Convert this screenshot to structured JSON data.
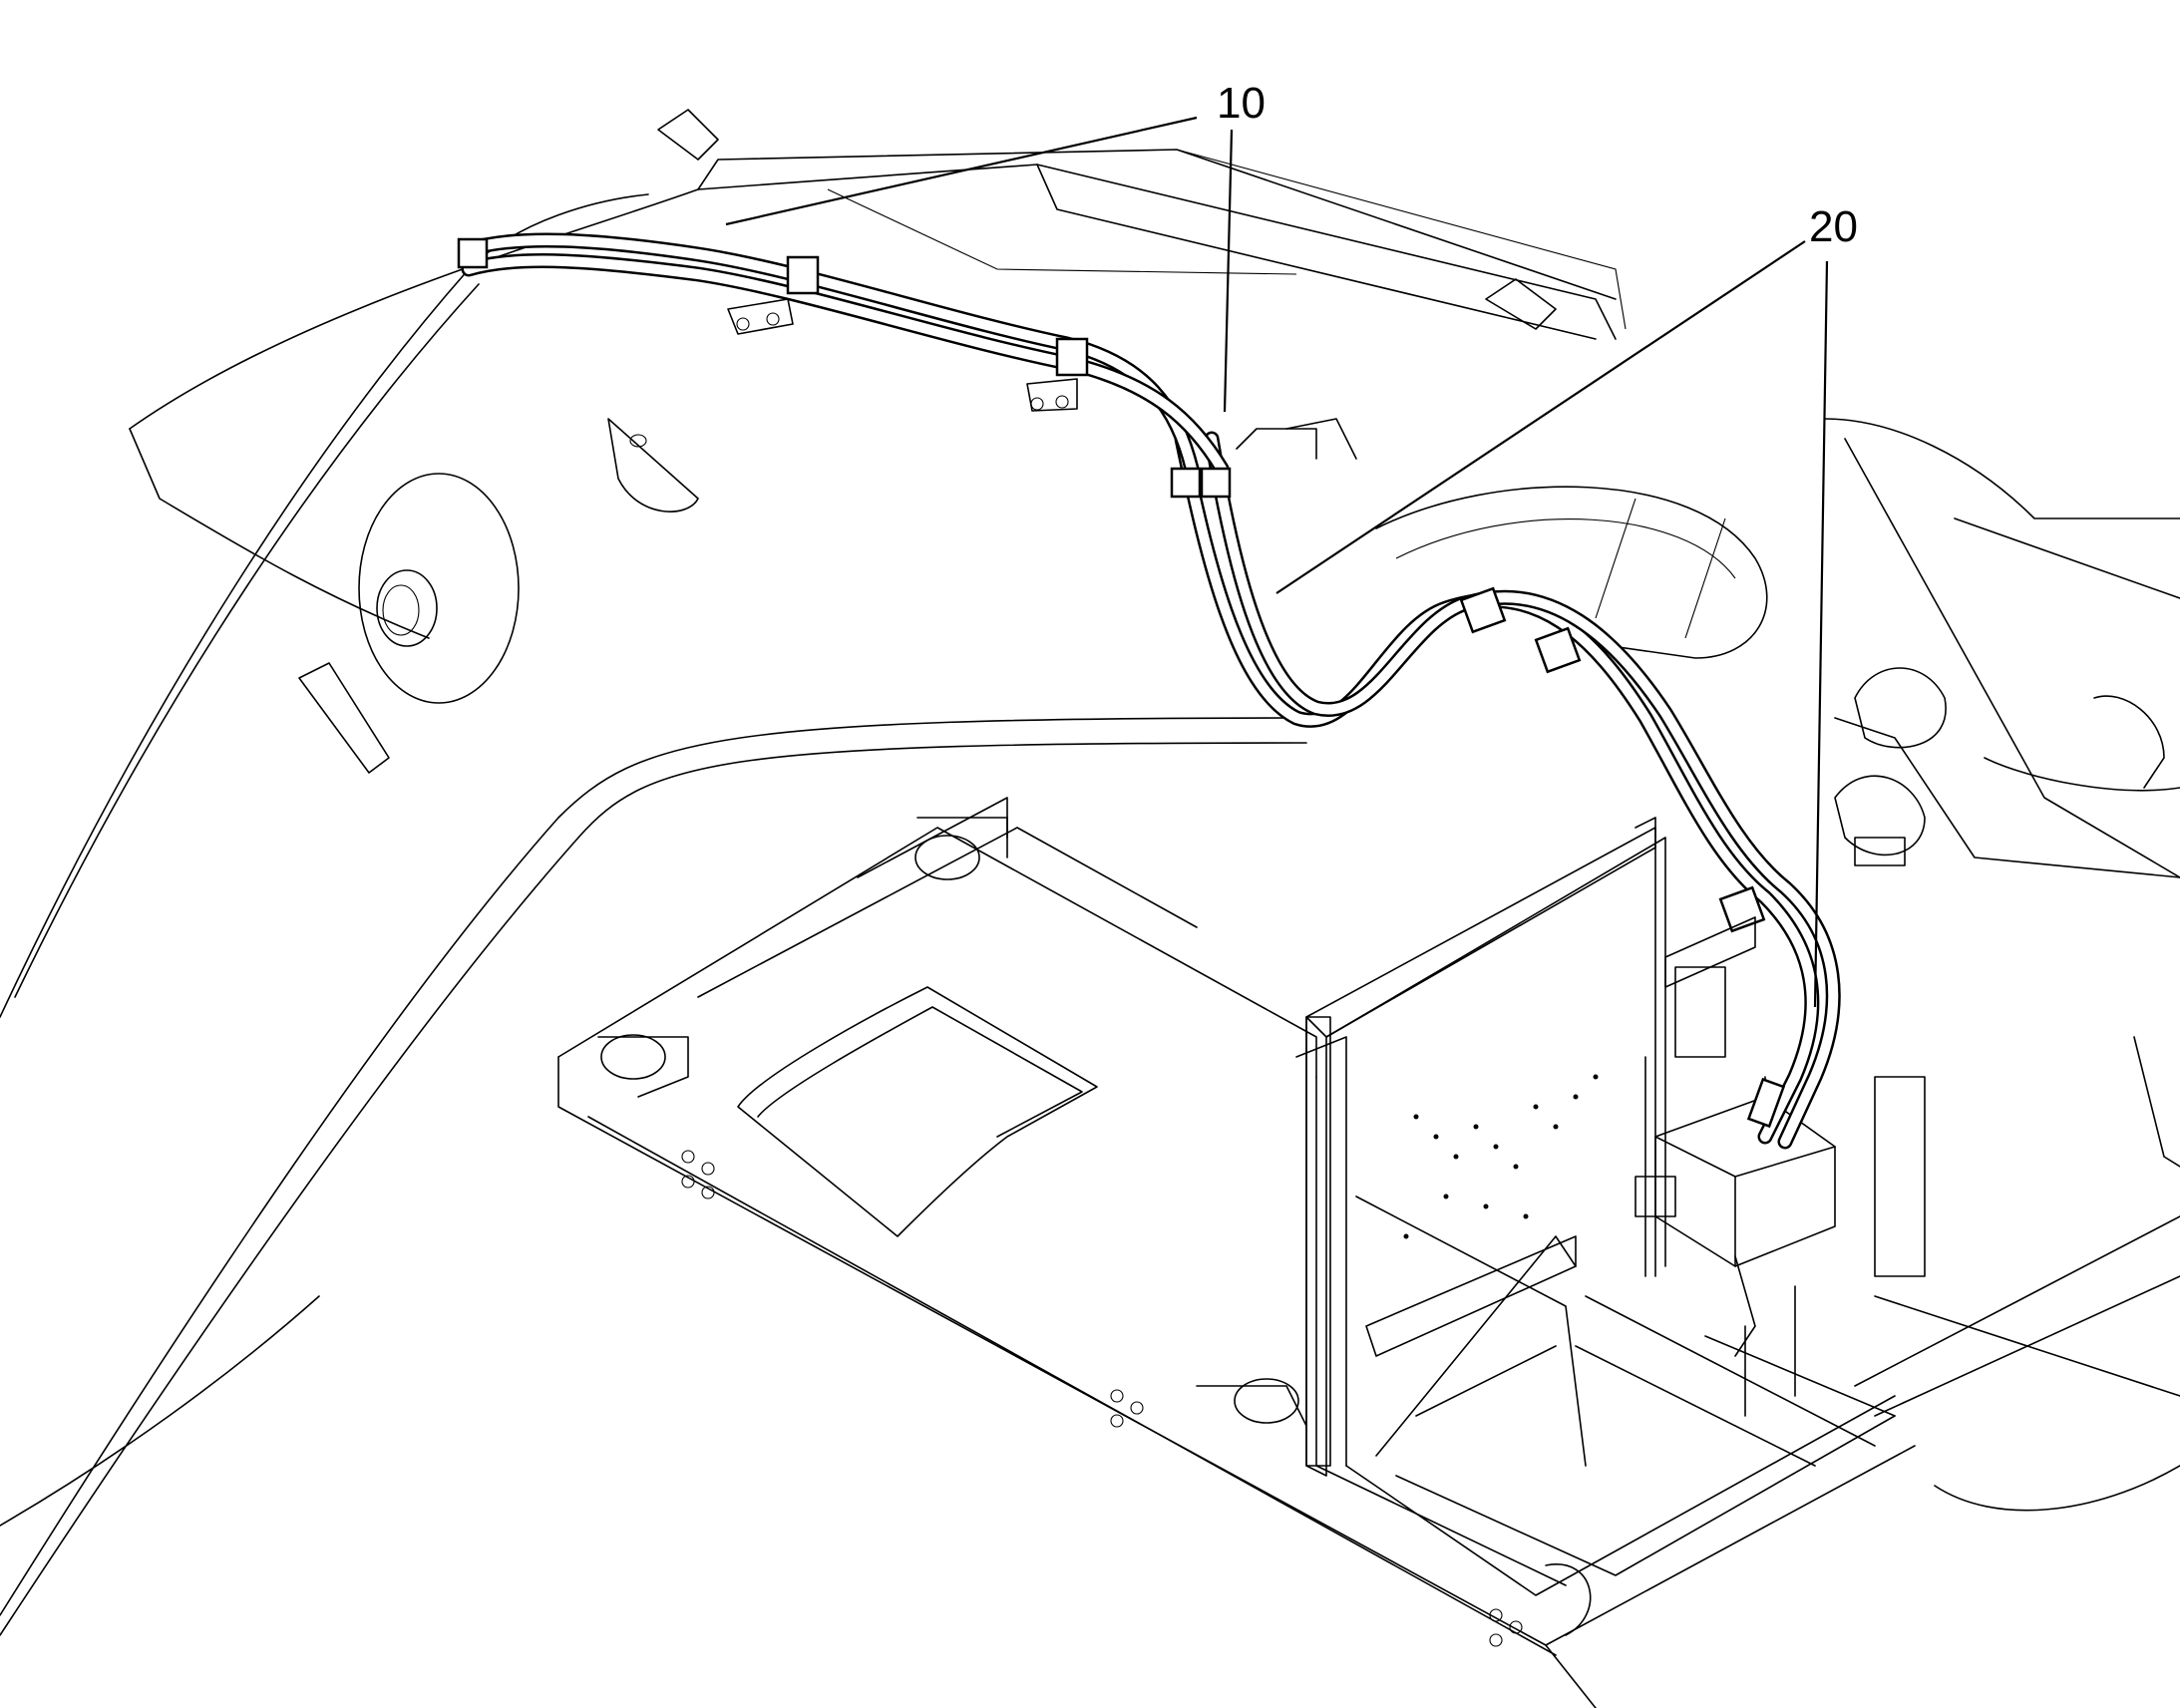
{
  "callouts": [
    {
      "id": "callout-10",
      "text": "10"
    },
    {
      "id": "callout-20",
      "text": "20"
    }
  ],
  "colors": {
    "line": "#000000",
    "background": "#ffffff"
  }
}
